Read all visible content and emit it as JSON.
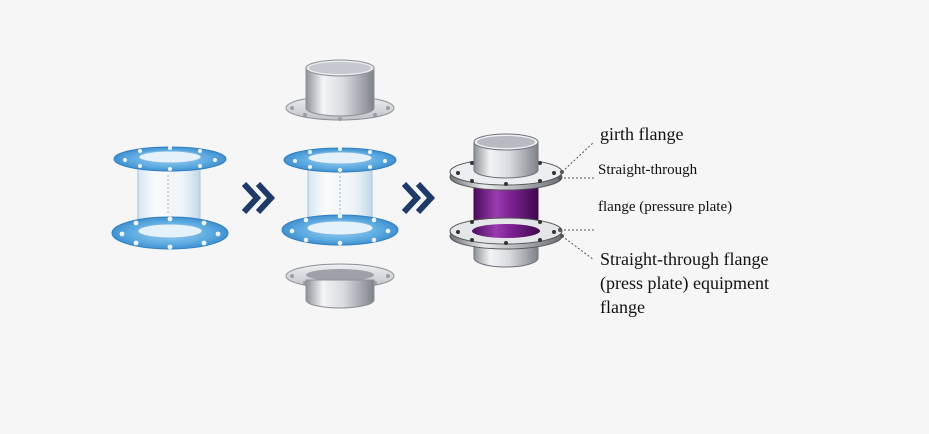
{
  "labels": {
    "girth_flange": "girth flange",
    "straight_through_line1": "Straight-through",
    "straight_through_line2": "flange (pressure plate)",
    "equipment_line1": "Straight-through flange",
    "equipment_line2": "(press plate) equipment",
    "equipment_line3": "flange"
  },
  "colors": {
    "background": "#f6f6f6",
    "arrow": "#1f3a68",
    "blue_flange": "#4a9fdc",
    "steel": "#c9ccd2",
    "purple_body": "#7a1f8e",
    "leader_line": "#555555"
  }
}
